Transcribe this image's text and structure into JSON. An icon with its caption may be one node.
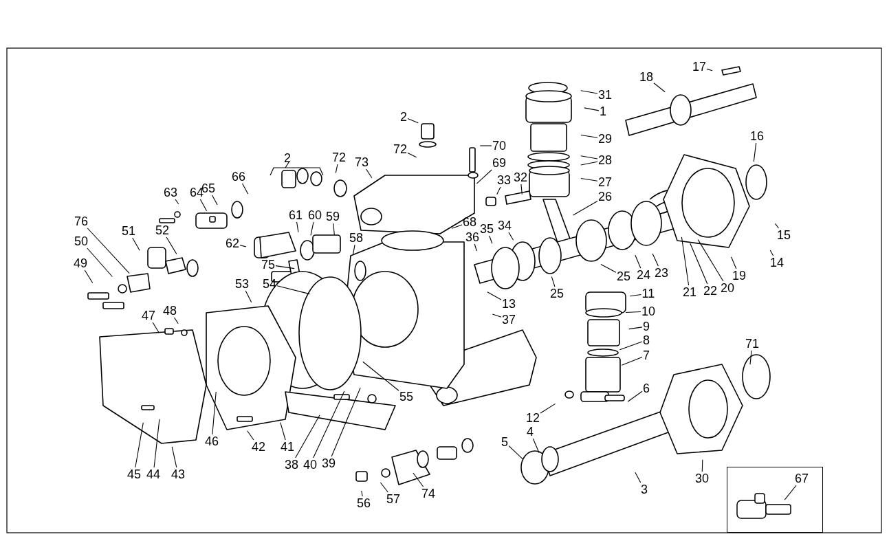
{
  "diagram": {
    "nodes": [
      {
        "text": [
          "17"
        ]
      },
      {
        "text": [
          "18"
        ]
      },
      {
        "text": [
          "31"
        ]
      },
      {
        "text": [
          "1"
        ]
      },
      {
        "text": [
          "29"
        ]
      },
      {
        "text": [
          "28"
        ]
      },
      {
        "text": [
          "27"
        ]
      },
      {
        "text": [
          "26"
        ]
      },
      {
        "text": [
          "2"
        ]
      },
      {
        "text": [
          "72"
        ]
      },
      {
        "text": [
          "73"
        ]
      },
      {
        "text": [
          "70"
        ]
      },
      {
        "text": [
          "69"
        ]
      },
      {
        "text": [
          "33"
        ]
      },
      {
        "text": [
          "32"
        ]
      },
      {
        "text": [
          "16"
        ]
      },
      {
        "text": [
          "15"
        ]
      },
      {
        "text": [
          "14"
        ]
      },
      {
        "text": [
          "19"
        ]
      },
      {
        "text": [
          "20"
        ]
      },
      {
        "text": [
          "22"
        ]
      },
      {
        "text": [
          "21"
        ]
      },
      {
        "text": [
          "23"
        ]
      },
      {
        "text": [
          "24"
        ]
      },
      {
        "text": [
          "25"
        ]
      },
      {
        "text": [
          "25"
        ]
      },
      {
        "text": [
          "34"
        ]
      },
      {
        "text": [
          "35"
        ]
      },
      {
        "text": [
          "36"
        ]
      },
      {
        "text": [
          "68"
        ]
      },
      {
        "text": [
          "13"
        ]
      },
      {
        "text": [
          "37"
        ]
      },
      {
        "text": [
          "11"
        ]
      },
      {
        "text": [
          "10"
        ]
      },
      {
        "text": [
          "9"
        ]
      },
      {
        "text": [
          "8"
        ]
      },
      {
        "text": [
          "7"
        ]
      },
      {
        "text": [
          "6"
        ]
      },
      {
        "text": [
          "12"
        ]
      },
      {
        "text": [
          "4"
        ]
      },
      {
        "text": [
          "5"
        ]
      },
      {
        "text": [
          "3"
        ]
      },
      {
        "text": [
          "30"
        ]
      },
      {
        "text": [
          "71"
        ]
      },
      {
        "text": [
          "72"
        ]
      },
      {
        "text": [
          "66"
        ]
      },
      {
        "text": [
          "65"
        ]
      },
      {
        "text": [
          "64"
        ]
      },
      {
        "text": [
          "63"
        ]
      },
      {
        "text": [
          "61"
        ]
      },
      {
        "text": [
          "60"
        ]
      },
      {
        "text": [
          "59"
        ]
      },
      {
        "text": [
          "58"
        ]
      },
      {
        "text": [
          "62"
        ]
      },
      {
        "text": [
          "76"
        ]
      },
      {
        "text": [
          "51"
        ]
      },
      {
        "text": [
          "52"
        ]
      },
      {
        "text": [
          "50"
        ]
      },
      {
        "text": [
          "49"
        ]
      },
      {
        "text": [
          "75"
        ]
      },
      {
        "text": [
          "54"
        ]
      },
      {
        "text": [
          "53"
        ]
      },
      {
        "text": [
          "47"
        ]
      },
      {
        "text": [
          "48"
        ]
      },
      {
        "text": [
          "55"
        ]
      },
      {
        "text": [
          "46"
        ]
      },
      {
        "text": [
          "42"
        ]
      },
      {
        "text": [
          "41"
        ]
      },
      {
        "text": [
          "43"
        ]
      },
      {
        "text": [
          "44"
        ]
      },
      {
        "text": [
          "45"
        ]
      },
      {
        "text": [
          "38"
        ]
      },
      {
        "text": [
          "40"
        ]
      },
      {
        "text": [
          "39"
        ]
      },
      {
        "text": [
          "56"
        ]
      },
      {
        "text": [
          "57"
        ]
      },
      {
        "text": [
          "74"
        ]
      },
      {
        "text": [],
        "shape": "box"
      },
      {
        "text": [
          "67"
        ],
        "in": 77
      }
    ],
    "edges": [
      {
        "from": 0,
        "to": null,
        "arrow": "none"
      },
      {
        "from": 1,
        "to": null,
        "arrow": "none"
      },
      {
        "from": 2,
        "to": null,
        "arrow": "none"
      },
      {
        "from": 3,
        "to": null,
        "arrow": "none"
      },
      {
        "from": 4,
        "to": null,
        "arrow": "none"
      },
      {
        "from": 5,
        "to": null,
        "arrow": "none"
      },
      {
        "from": 5,
        "to": null,
        "arrow": "none"
      },
      {
        "from": 6,
        "to": null,
        "arrow": "none"
      },
      {
        "from": 7,
        "to": null,
        "arrow": "none"
      },
      {
        "from": 8,
        "to": null,
        "arrow": "none"
      },
      {
        "from": 9,
        "to": null,
        "arrow": "none"
      },
      {
        "from": 10,
        "to": null,
        "arrow": "none"
      },
      {
        "from": 11,
        "to": null,
        "arrow": "none"
      },
      {
        "from": 12,
        "to": null,
        "arrow": "none"
      },
      {
        "from": 13,
        "to": null,
        "arrow": "none"
      },
      {
        "from": 14,
        "to": null,
        "arrow": "none"
      },
      {
        "from": 15,
        "to": null,
        "arrow": "none"
      },
      {
        "from": 16,
        "to": null,
        "arrow": "none"
      },
      {
        "from": 17,
        "to": null,
        "arrow": "none"
      },
      {
        "from": 18,
        "to": null,
        "arrow": "none"
      },
      {
        "from": 19,
        "to": null,
        "arrow": "none"
      },
      {
        "from": 20,
        "to": null,
        "arrow": "none"
      },
      {
        "from": 21,
        "to": null,
        "arrow": "none"
      },
      {
        "from": 22,
        "to": null,
        "arrow": "none"
      },
      {
        "from": 23,
        "to": null,
        "arrow": "none"
      },
      {
        "from": 24,
        "to": null,
        "arrow": "none"
      },
      {
        "from": 25,
        "to": null,
        "arrow": "none"
      },
      {
        "from": 26,
        "to": null,
        "arrow": "none"
      },
      {
        "from": 27,
        "to": null,
        "arrow": "none"
      },
      {
        "from": 28,
        "to": null,
        "arrow": "none"
      },
      {
        "from": 29,
        "to": null,
        "arrow": "none"
      },
      {
        "from": 30,
        "to": null,
        "arrow": "none"
      },
      {
        "from": 31,
        "to": null,
        "arrow": "none"
      },
      {
        "from": 32,
        "to": null,
        "arrow": "none"
      },
      {
        "from": 33,
        "to": null,
        "arrow": "none"
      },
      {
        "from": 34,
        "to": null,
        "arrow": "none"
      },
      {
        "from": 35,
        "to": null,
        "arrow": "none"
      },
      {
        "from": 36,
        "to": null,
        "arrow": "none"
      },
      {
        "from": 37,
        "to": null,
        "arrow": "none"
      },
      {
        "from": 38,
        "to": null,
        "arrow": "none"
      },
      {
        "from": 39,
        "to": null,
        "arrow": "none"
      },
      {
        "from": 40,
        "to": null,
        "arrow": "none"
      },
      {
        "from": 41,
        "to": null,
        "arrow": "none"
      },
      {
        "from": 42,
        "to": null,
        "arrow": "none"
      },
      {
        "from": 43,
        "to": null,
        "arrow": "none"
      },
      {
        "from": 44,
        "to": null,
        "arrow": "none"
      },
      {
        "from": 45,
        "to": null,
        "arrow": "none"
      },
      {
        "from": 46,
        "to": null,
        "arrow": "none"
      },
      {
        "from": 47,
        "to": null,
        "arrow": "none"
      },
      {
        "from": 48,
        "to": null,
        "arrow": "none"
      },
      {
        "from": 49,
        "to": null,
        "arrow": "none"
      },
      {
        "from": 50,
        "to": null,
        "arrow": "none"
      },
      {
        "from": 51,
        "to": null,
        "arrow": "none"
      },
      {
        "from": 52,
        "to": null,
        "arrow": "none"
      },
      {
        "from": 53,
        "to": null,
        "arrow": "none"
      },
      {
        "from": 54,
        "to": null,
        "arrow": "none"
      },
      {
        "from": 55,
        "to": null,
        "arrow": "none"
      },
      {
        "from": 56,
        "to": null,
        "arrow": "none"
      },
      {
        "from": 57,
        "to": null,
        "arrow": "none"
      },
      {
        "from": 58,
        "to": null,
        "arrow": "none"
      },
      {
        "from": 59,
        "to": null,
        "arrow": "none"
      },
      {
        "from": 60,
        "to": null,
        "arrow": "none"
      },
      {
        "from": 61,
        "to": null,
        "arrow": "none"
      },
      {
        "from": 62,
        "to": null,
        "arrow": "none"
      },
      {
        "from": 63,
        "to": null,
        "arrow": "none"
      },
      {
        "from": 64,
        "to": null,
        "arrow": "none"
      },
      {
        "from": 65,
        "to": null,
        "arrow": "none"
      },
      {
        "from": 66,
        "to": null,
        "arrow": "none"
      },
      {
        "from": 67,
        "to": null,
        "arrow": "none"
      },
      {
        "from": 68,
        "to": null,
        "arrow": "none"
      },
      {
        "from": 69,
        "to": null,
        "arrow": "none"
      },
      {
        "from": 70,
        "to": null,
        "arrow": "none"
      },
      {
        "from": 71,
        "to": null,
        "arrow": "none"
      },
      {
        "from": 72,
        "to": null,
        "arrow": "none"
      },
      {
        "from": 73,
        "to": null,
        "arrow": "none"
      },
      {
        "from": 74,
        "to": null,
        "arrow": "none"
      },
      {
        "from": 75,
        "to": null,
        "arrow": "none"
      },
      {
        "from": 76,
        "to": null,
        "arrow": "none"
      },
      {
        "from": 78,
        "to": null,
        "arrow": "none"
      }
    ],
    "labels": [
      "2"
    ]
  }
}
